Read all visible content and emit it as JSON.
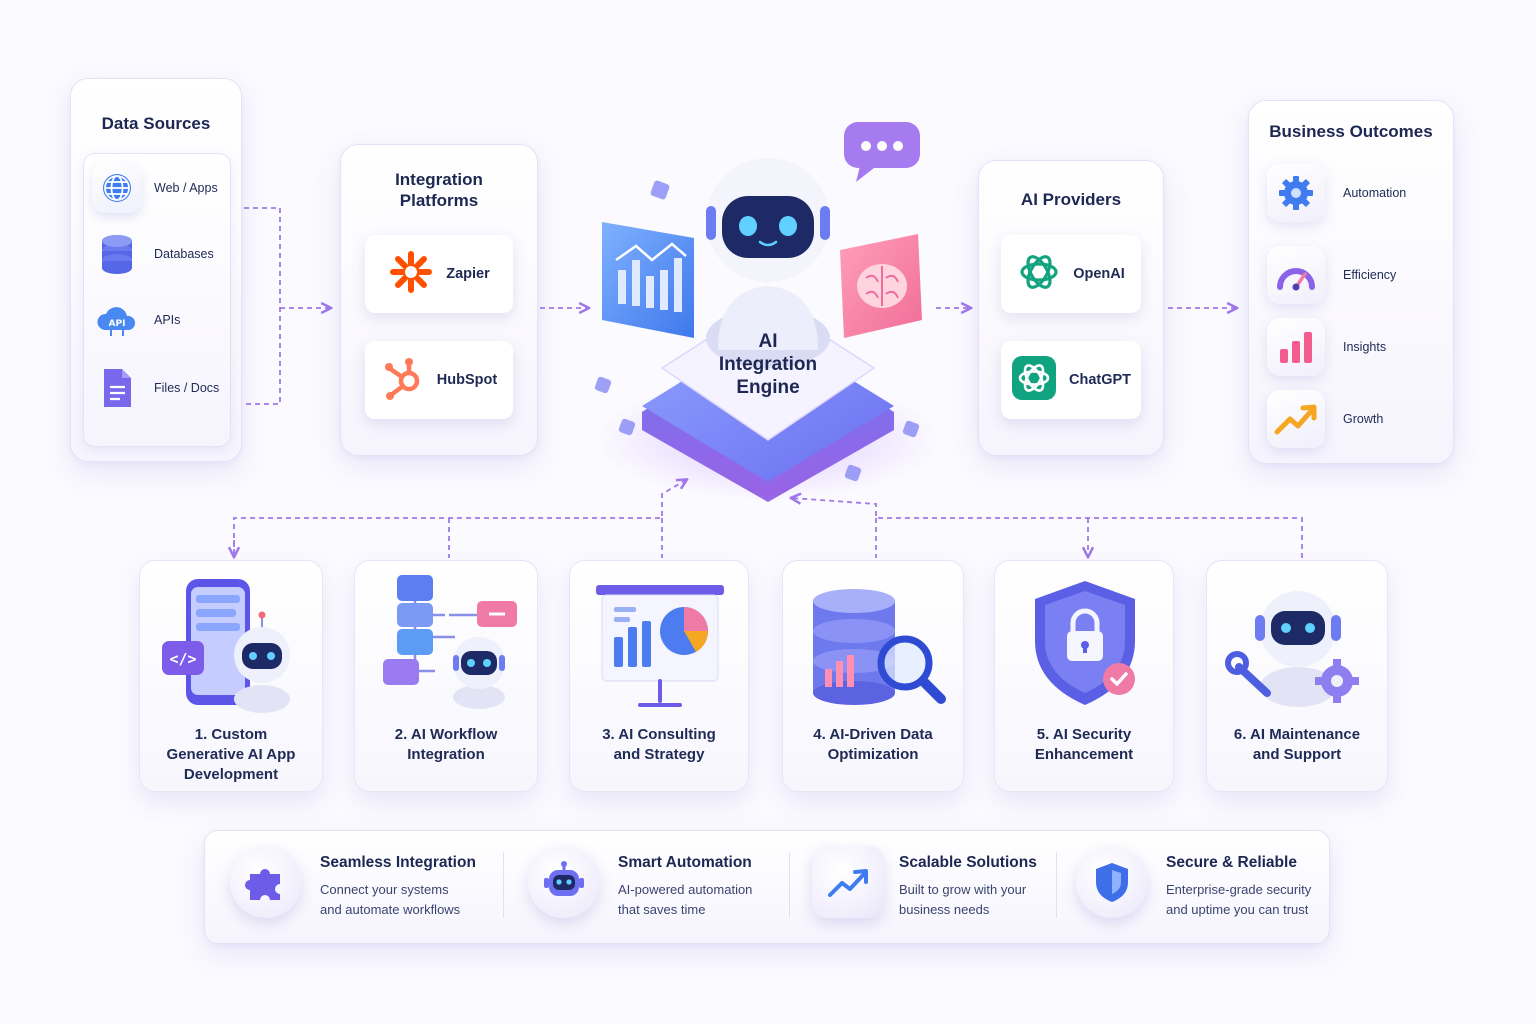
{
  "data_sources": {
    "title": "Data Sources",
    "items": [
      {
        "label": "Web / Apps",
        "icon": "globe-icon"
      },
      {
        "label": "Databases",
        "icon": "database-icon"
      },
      {
        "label": "APIs",
        "icon": "cloud-api-icon"
      },
      {
        "label": "Files / Docs",
        "icon": "document-icon"
      }
    ]
  },
  "integration_platforms": {
    "title": "Integration\nPlatforms",
    "items": [
      {
        "label": "Zapier",
        "icon": "zapier-icon",
        "color": "#ff4f00"
      },
      {
        "label": "HubSpot",
        "icon": "hubspot-icon",
        "color": "#ff7a59"
      }
    ]
  },
  "engine": {
    "label": "AI\nIntegration\nEngine"
  },
  "ai_providers": {
    "title": "AI Providers",
    "items": [
      {
        "label": "OpenAI",
        "icon": "openai-icon"
      },
      {
        "label": "ChatGPT",
        "icon": "chatgpt-icon",
        "color": "#10a37f"
      }
    ]
  },
  "business_outcomes": {
    "title": "Business Outcomes",
    "items": [
      {
        "label": "Automation",
        "icon": "gear-icon"
      },
      {
        "label": "Efficiency",
        "icon": "gauge-icon"
      },
      {
        "label": "Insights",
        "icon": "bar-chart-icon"
      },
      {
        "label": "Growth",
        "icon": "trend-up-icon"
      }
    ]
  },
  "services": [
    {
      "label": "1. Custom\nGenerative AI App\nDevelopment",
      "icon": "phone-robot-icon"
    },
    {
      "label": "2. AI Workflow\nIntegration",
      "icon": "workflow-robot-icon"
    },
    {
      "label": "3. AI Consulting\nand Strategy",
      "icon": "presentation-board-icon"
    },
    {
      "label": "4. AI-Driven Data\nOptimization",
      "icon": "database-magnifier-icon"
    },
    {
      "label": "5. AI Security\nEnhancement",
      "icon": "shield-lock-icon"
    },
    {
      "label": "6. AI Maintenance\nand Support",
      "icon": "robot-tools-icon"
    }
  ],
  "features": [
    {
      "title": "Seamless Integration",
      "desc": "Connect your systems\nand automate workflows",
      "icon": "puzzle-icon"
    },
    {
      "title": "Smart Automation",
      "desc": "AI-powered automation\nthat saves time",
      "icon": "robot-icon"
    },
    {
      "title": "Scalable Solutions",
      "desc": "Built to grow with your\nbusiness needs",
      "icon": "trend-up-icon"
    },
    {
      "title": "Secure & Reliable",
      "desc": "Enterprise-grade security\nand uptime you can trust",
      "icon": "shield-icon"
    }
  ],
  "colors": {
    "accent": "#6d5ce8",
    "connector": "#a07ae8",
    "text": "#1f2a55"
  }
}
